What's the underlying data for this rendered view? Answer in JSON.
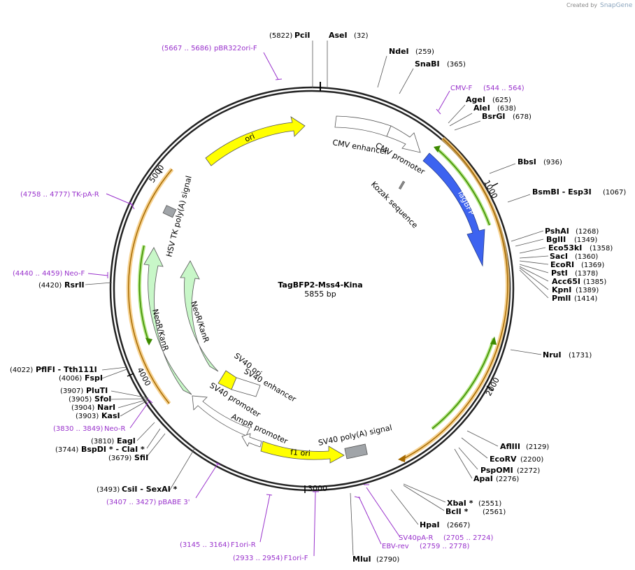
{
  "credit": {
    "prefix": "Created by",
    "brand": "SnapGene"
  },
  "plasmid": {
    "name": "TagBFP2-Mss4-Kina",
    "size": "5855 bp"
  },
  "ticks": [
    "1000",
    "2000",
    "3000",
    "4000",
    "5000"
  ],
  "sites": [
    {
      "pos": "(5822)",
      "name": "PciI"
    },
    {
      "pos": "(32)",
      "name": "AseI"
    },
    {
      "pos": "(259)",
      "name": "NdeI"
    },
    {
      "pos": "(365)",
      "name": "SnaBI"
    },
    {
      "pos": "(625)",
      "name": "AgeI"
    },
    {
      "pos": "(638)",
      "name": "AleI"
    },
    {
      "pos": "(678)",
      "name": "BsrGI"
    },
    {
      "pos": "(936)",
      "name": "BbsI"
    },
    {
      "pos": "(1067)",
      "name": "BsmBI - Esp3I"
    },
    {
      "pos": "(1268)",
      "name": "PshAI"
    },
    {
      "pos": "(1349)",
      "name": "BglII"
    },
    {
      "pos": "(1358)",
      "name": "Eco53kI"
    },
    {
      "pos": "(1360)",
      "name": "SacI"
    },
    {
      "pos": "(1369)",
      "name": "EcoRI"
    },
    {
      "pos": "(1378)",
      "name": "PstI"
    },
    {
      "pos": "(1385)",
      "name": "Acc65I"
    },
    {
      "pos": "(1389)",
      "name": "KpnI"
    },
    {
      "pos": "(1414)",
      "name": "PmlI"
    },
    {
      "pos": "(1731)",
      "name": "NruI"
    },
    {
      "pos": "(2129)",
      "name": "AflIII"
    },
    {
      "pos": "(2200)",
      "name": "EcoRV"
    },
    {
      "pos": "(2272)",
      "name": "PspOMI"
    },
    {
      "pos": "(2276)",
      "name": "ApaI"
    },
    {
      "pos": "(2551)",
      "name": "XbaI *"
    },
    {
      "pos": "(2561)",
      "name": "BclI *"
    },
    {
      "pos": "(2667)",
      "name": "HpaI"
    },
    {
      "pos": "(2790)",
      "name": "MluI"
    },
    {
      "pos": "(3493)",
      "name": "CsiI - SexAI *"
    },
    {
      "pos": "(3679)",
      "name": "SfiI"
    },
    {
      "pos": "(3744)",
      "name": "BspDI * - ClaI *"
    },
    {
      "pos": "(3810)",
      "name": "EagI"
    },
    {
      "pos": "(3903)",
      "name": "KasI"
    },
    {
      "pos": "(3904)",
      "name": "NarI"
    },
    {
      "pos": "(3905)",
      "name": "SfoI"
    },
    {
      "pos": "(3907)",
      "name": "PluTI"
    },
    {
      "pos": "(4006)",
      "name": "FspI"
    },
    {
      "pos": "(4022)",
      "name": "PflFI - Tth111I"
    },
    {
      "pos": "(4420)",
      "name": "RsrII"
    }
  ],
  "primers": [
    {
      "range": "(5667 .. 5686)",
      "name": "pBR322ori-F"
    },
    {
      "range": "(544 .. 564)",
      "name": "CMV-F"
    },
    {
      "range": "(4758 .. 4777)",
      "name": "TK-pA-R"
    },
    {
      "range": "(4440 .. 4459)",
      "name": "Neo-F"
    },
    {
      "range": "(3830 .. 3849)",
      "name": "Neo-R"
    },
    {
      "range": "(3407 .. 3427)",
      "name": "pBABE 3'"
    },
    {
      "range": "(3145 .. 3164)",
      "name": "F1ori-R"
    },
    {
      "range": "(2933 .. 2954)",
      "name": "F1ori-F"
    },
    {
      "range": "(2705 .. 2724)",
      "name": "SV40pA-R"
    },
    {
      "range": "(2759 .. 2778)",
      "name": "EBV-rev"
    }
  ],
  "features": [
    {
      "name": "ori",
      "color": "#ffff00"
    },
    {
      "name": "CMV enhancer",
      "color": "#ffffff"
    },
    {
      "name": "CMV promoter",
      "color": "#ffffff"
    },
    {
      "name": "Kozak sequence",
      "color": "#888888"
    },
    {
      "name": "TagBFP",
      "color": "#3d63f0"
    },
    {
      "name": "HSV TK poly(A) signal",
      "color": "#a0a4a8"
    },
    {
      "name": "NeoR/KanR",
      "color": "#c8f7c8"
    },
    {
      "name": "NeoR/KanR",
      "color": "#c8f7c8"
    },
    {
      "name": "SV40 ori",
      "color": "#ffff00"
    },
    {
      "name": "SV40 enhancer",
      "color": "#ffffff"
    },
    {
      "name": "SV40 promoter",
      "color": "#ffffff"
    },
    {
      "name": "AmpR promoter",
      "color": "#ffffff"
    },
    {
      "name": "f1 ori",
      "color": "#ffff00"
    },
    {
      "name": "SV40 poly(A) signal",
      "color": "#a0a4a8"
    }
  ]
}
